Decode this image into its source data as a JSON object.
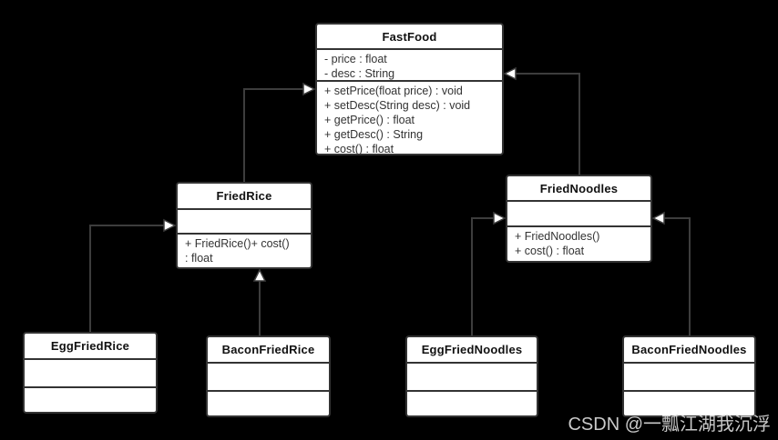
{
  "diagram_type": "uml-class-diagram",
  "colors": {
    "background": "#000000",
    "box_fill": "#ffffff",
    "box_border": "#333333",
    "connector": "#3d3d3d",
    "watermark_text": "#c9c9c9"
  },
  "classes": {
    "fastfood": {
      "name": "FastFood",
      "attributes": [
        "- price : float",
        "- desc : String"
      ],
      "methods": [
        "+ setPrice(float price) : void",
        "+ setDesc(String desc) : void",
        "+ getPrice() : float",
        "+ getDesc() : String",
        "+ cost() : float"
      ]
    },
    "friedrice": {
      "name": "FriedRice",
      "attributes": [],
      "methods": [
        "+ FriedRice()+ cost()",
        ": float"
      ]
    },
    "friednoodles": {
      "name": "FriedNoodles",
      "attributes": [],
      "methods": [
        "+ FriedNoodles()",
        "+ cost() : float"
      ]
    },
    "eggfriedrice": {
      "name": "EggFriedRice",
      "attributes": [],
      "methods": []
    },
    "baconfriedrice": {
      "name": "BaconFriedRice",
      "attributes": [],
      "methods": []
    },
    "eggfriednoodles": {
      "name": "EggFriedNoodles",
      "attributes": [],
      "methods": []
    },
    "baconfriednoodles": {
      "name": "BaconFriedNoodles",
      "attributes": [],
      "methods": []
    }
  },
  "relationships": [
    {
      "from": "FriedRice",
      "to": "FastFood",
      "type": "generalization"
    },
    {
      "from": "FriedNoodles",
      "to": "FastFood",
      "type": "generalization"
    },
    {
      "from": "EggFriedRice",
      "to": "FriedRice",
      "type": "generalization"
    },
    {
      "from": "BaconFriedRice",
      "to": "FriedRice",
      "type": "generalization"
    },
    {
      "from": "EggFriedNoodles",
      "to": "FriedNoodles",
      "type": "generalization"
    },
    {
      "from": "BaconFriedNoodles",
      "to": "FriedNoodles",
      "type": "generalization"
    }
  ],
  "watermark": {
    "text": "CSDN @一瓢江湖我沉浮"
  }
}
